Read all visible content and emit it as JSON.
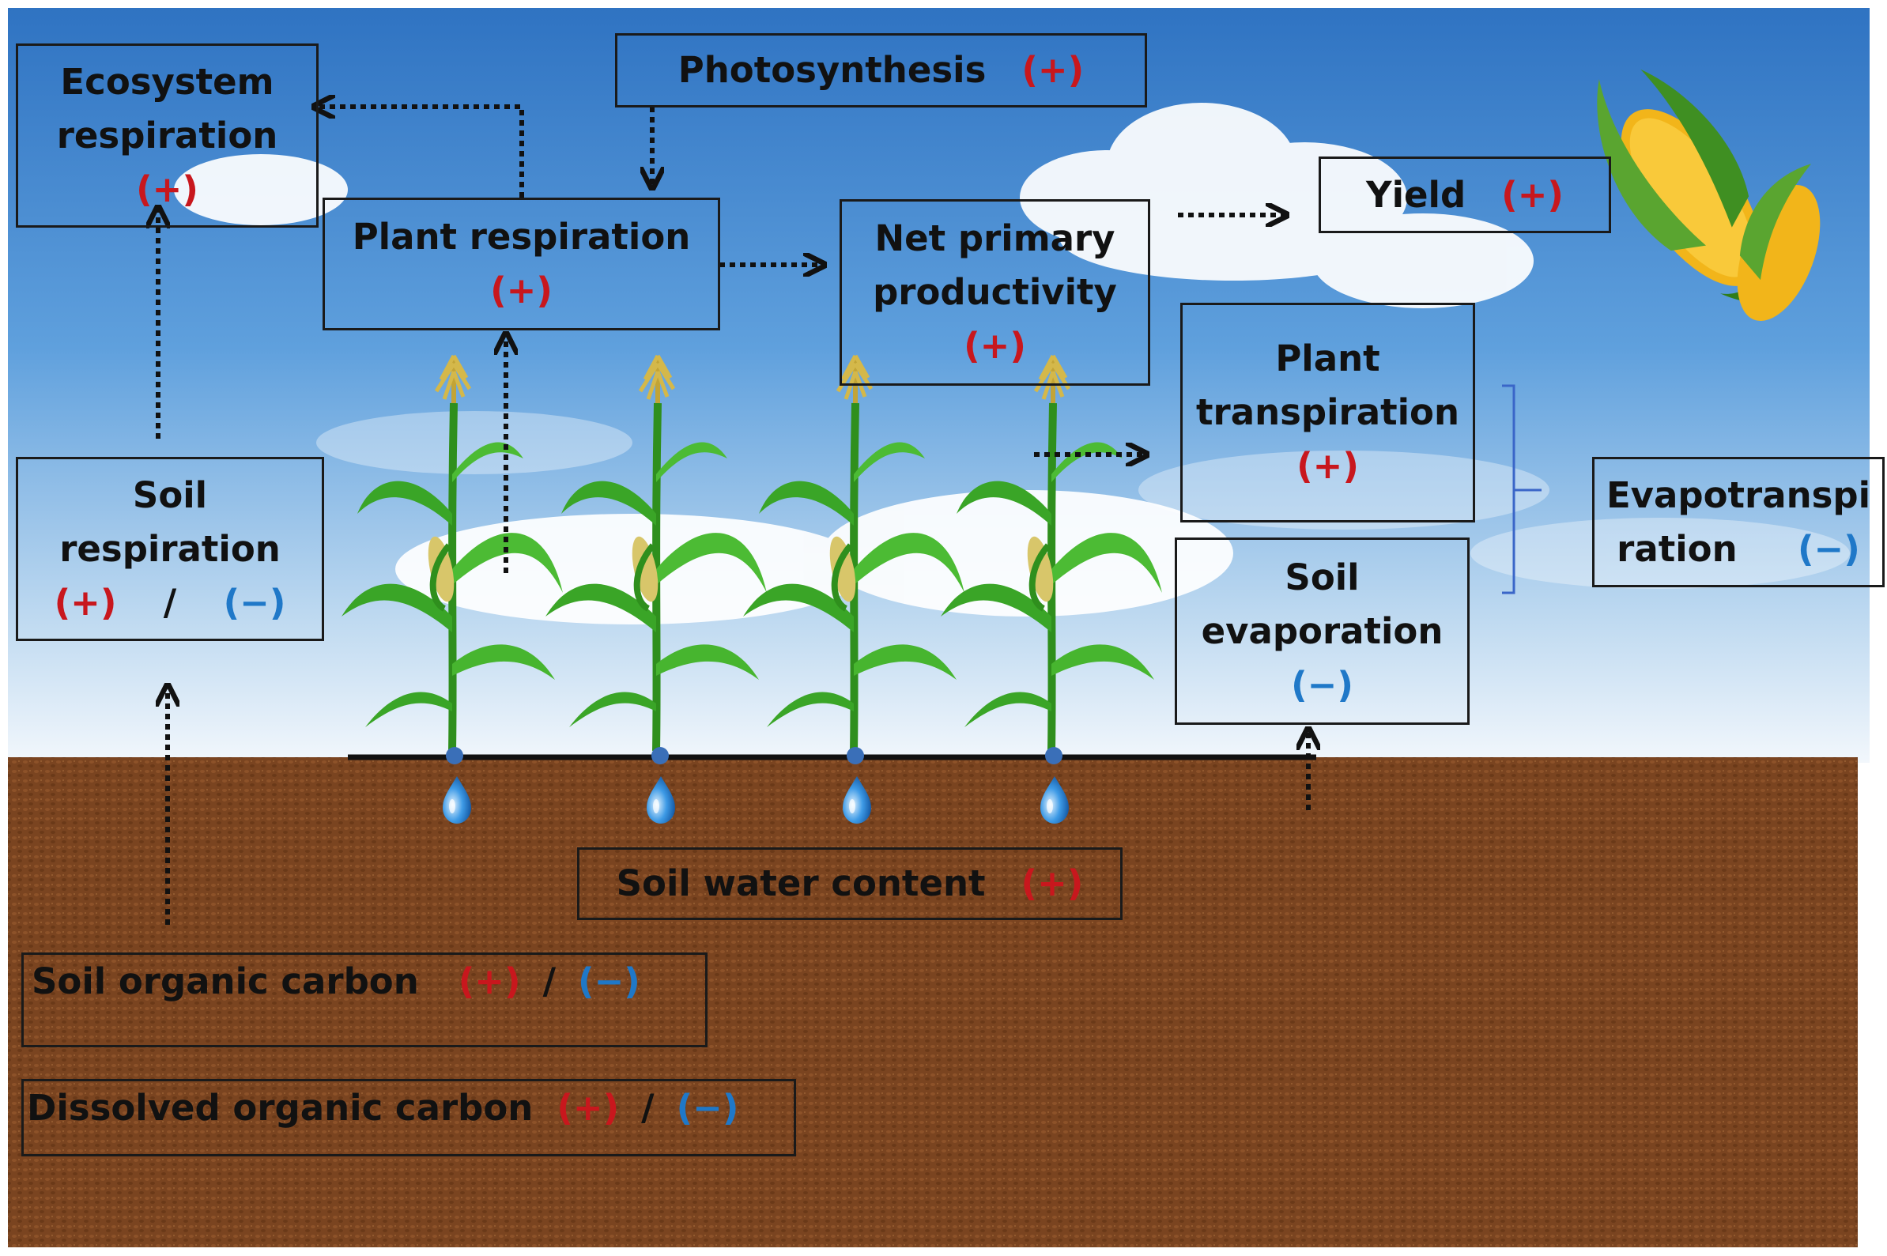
{
  "colors": {
    "positive": "#c8171d",
    "negative": "#1f78c8",
    "soil": "#7a4420",
    "sky": "#3f86d0"
  },
  "signs": {
    "plus": "(+)",
    "minus": "(−)",
    "slash": "/"
  },
  "icons": [
    "corn-cob-icon",
    "maize-plant-icon",
    "water-drop-icon",
    "cloud-icon"
  ],
  "boxes": {
    "ecosystem_respiration": {
      "line1": "Ecosystem",
      "line2": "respiration"
    },
    "photosynthesis": {
      "label": "Photosynthesis"
    },
    "plant_respiration": {
      "label": "Plant respiration"
    },
    "net_primary_productivity": {
      "line1": "Net primary",
      "line2": "productivity"
    },
    "yield": {
      "label": "Yield"
    },
    "plant_transpiration": {
      "line1": "Plant",
      "line2": "transpiration"
    },
    "soil_evaporation": {
      "line1": "Soil",
      "line2": "evaporation"
    },
    "evapotranspiration": {
      "line1": "Evapotranspi",
      "line2": "ration"
    },
    "soil_respiration": {
      "line1": "Soil",
      "line2": "respiration"
    },
    "soil_water_content": {
      "label": "Soil water content"
    },
    "soil_organic_carbon": {
      "label": "Soil organic carbon"
    },
    "dissolved_organic_carbon": {
      "label": "Dissolved organic carbon"
    }
  }
}
